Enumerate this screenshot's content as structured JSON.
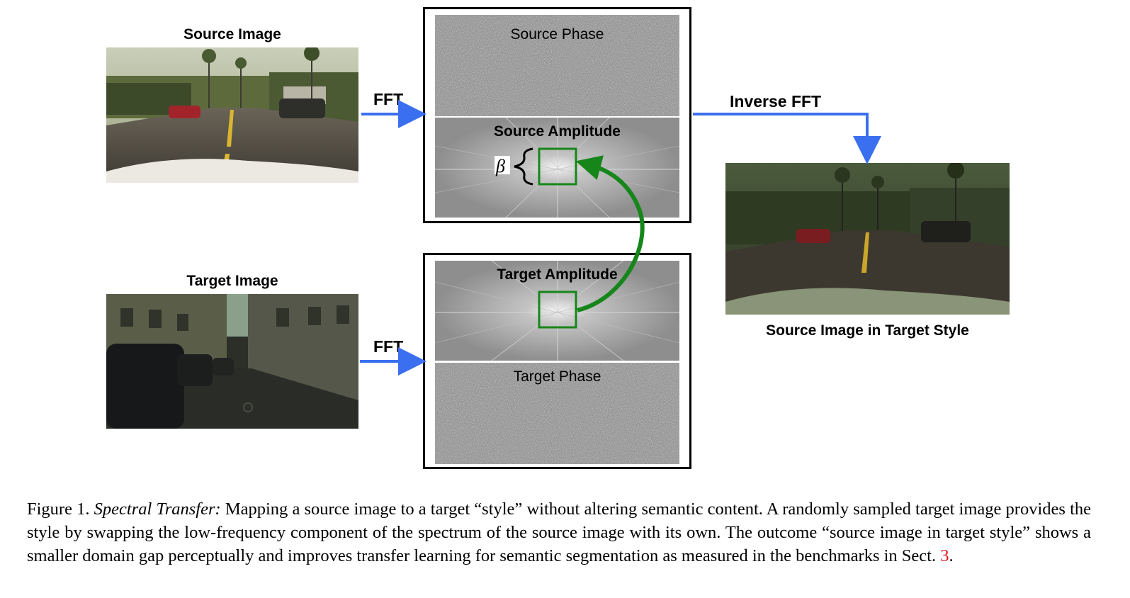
{
  "figure": {
    "source_image_label": "Source Image",
    "target_image_label": "Target Image",
    "result_label": "Source Image in Target Style",
    "fft_top_label": "FFT",
    "fft_bottom_label": "FFT",
    "inverse_fft_label": "Inverse FFT",
    "source_phase_label": "Source Phase",
    "source_amplitude_label": "Source Amplitude",
    "target_amplitude_label": "Target Amplitude",
    "target_phase_label": "Target Phase",
    "beta_symbol": "β"
  },
  "colors": {
    "arrow_blue": "#3a6ff0",
    "swap_green": "#16861a",
    "caption_ref_red": "#d8141a"
  },
  "caption": {
    "figure_number": "Figure 1.",
    "title": "Spectral Transfer:",
    "text": "Mapping a source image to a target “style” without altering semantic content.  A randomly sampled target image provides the style by swapping the low-frequency component of the spectrum of the source image with its own. The outcome “source image in target style” shows a smaller domain gap perceptually and improves transfer learning for semantic segmentation as measured in the benchmarks in Sect.",
    "section_ref": "3",
    "end": "."
  }
}
